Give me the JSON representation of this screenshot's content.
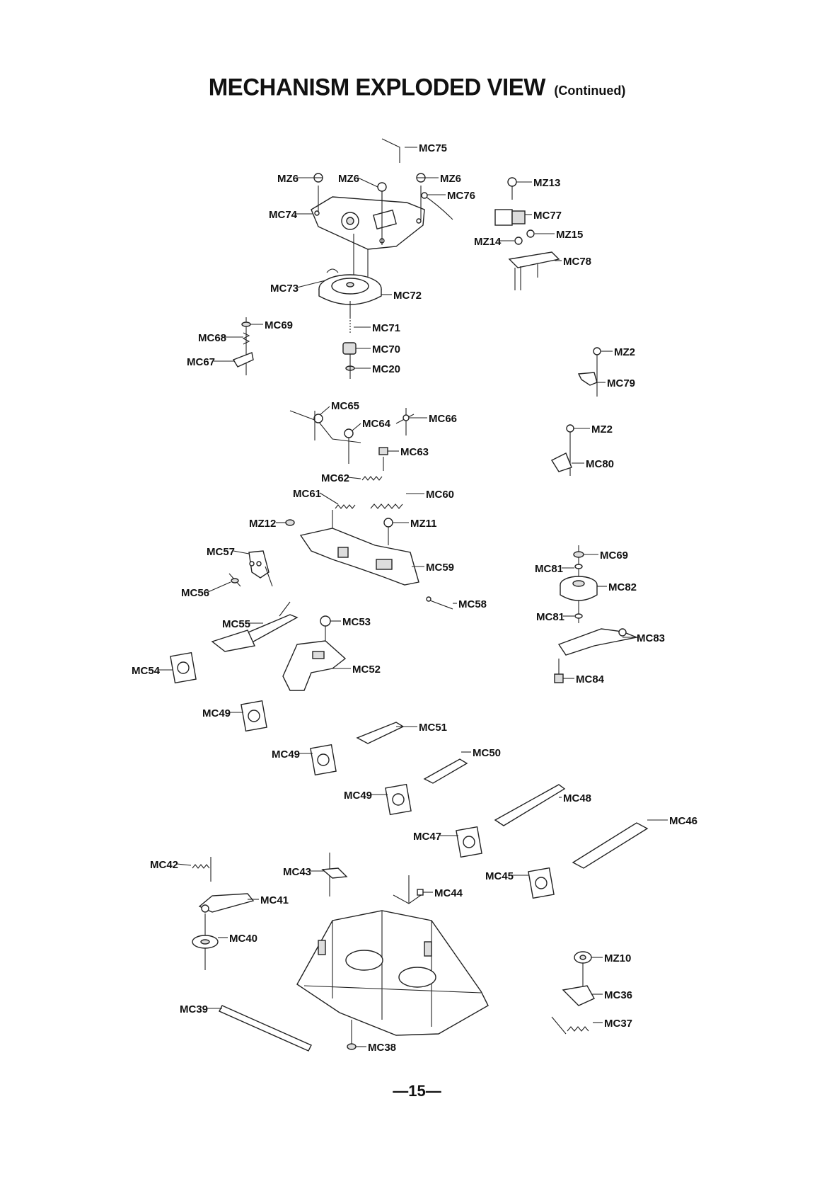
{
  "page": {
    "title": "MECHANISM EXPLODED VIEW",
    "title_suffix": "(Continued)",
    "page_number": "—15—"
  },
  "labels": {
    "MC75": "MC75",
    "MZ6a": "MZ6",
    "MZ6b": "MZ6",
    "MZ6c": "MZ6",
    "MC76": "MC76",
    "MZ13": "MZ13",
    "MC74": "MC74",
    "MC77": "MC77",
    "MZ14": "MZ14",
    "MZ15": "MZ15",
    "MC78": "MC78",
    "MC73": "MC73",
    "MC72": "MC72",
    "MC69a": "MC69",
    "MC71": "MC71",
    "MC68": "MC68",
    "MC70": "MC70",
    "MZ2a": "MZ2",
    "MC67": "MC67",
    "MC20": "MC20",
    "MC79": "MC79",
    "MC65": "MC65",
    "MC66": "MC66",
    "MC64": "MC64",
    "MZ2b": "MZ2",
    "MC63": "MC63",
    "MC80": "MC80",
    "MC62": "MC62",
    "MC61": "MC61",
    "MC60": "MC60",
    "MZ12": "MZ12",
    "MZ11": "MZ11",
    "MC57": "MC57",
    "MC59": "MC59",
    "MC69b": "MC69",
    "MC81a": "MC81",
    "MC56": "MC56",
    "MC82": "MC82",
    "MC58": "MC58",
    "MC81b": "MC81",
    "MC55": "MC55",
    "MC53": "MC53",
    "MC83": "MC83",
    "MC54": "MC54",
    "MC52": "MC52",
    "MC84": "MC84",
    "MC49a": "MC49",
    "MC51": "MC51",
    "MC49b": "MC49",
    "MC50": "MC50",
    "MC49c": "MC49",
    "MC48": "MC48",
    "MC46": "MC46",
    "MC47": "MC47",
    "MC42": "MC42",
    "MC43": "MC43",
    "MC45": "MC45",
    "MC44": "MC44",
    "MC41": "MC41",
    "MC40": "MC40",
    "MZ10": "MZ10",
    "MC36": "MC36",
    "MC39": "MC39",
    "MC37": "MC37",
    "MC38": "MC38"
  }
}
